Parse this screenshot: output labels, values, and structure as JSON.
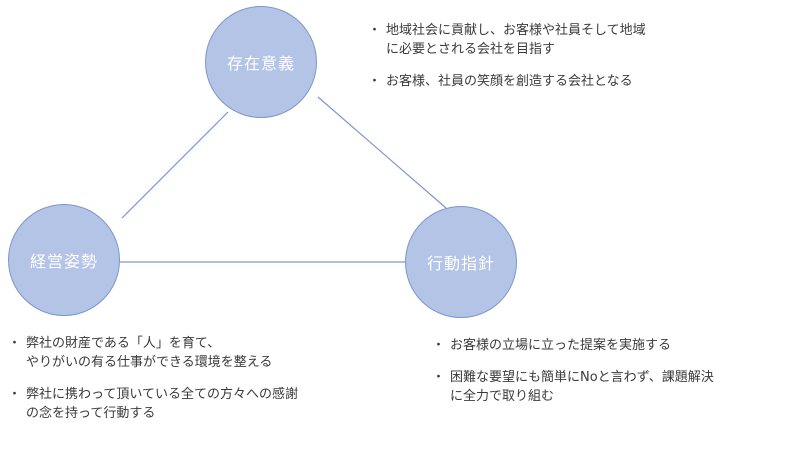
{
  "nodes": {
    "sonzai": "存在意義",
    "keiei": "経営姿勢",
    "kodo": "行動指針"
  },
  "notes": {
    "sonzai": [
      "地域社会に貢献し、お客様や社員そして地域\nに必要とされる会社を目指す",
      "お客様、社員の笑顔を創造する会社となる"
    ],
    "keiei": [
      "弊社の財産である「人」を育て、\nやりがいの有る仕事ができる環境を整える",
      "弊社に携わって頂いている全ての方々への感謝\nの念を持って行動する"
    ],
    "kodo": [
      "お客様の立場に立った提案を実施する",
      "困難な要望にも簡単にNoと言わず、課題解決\nに全力で取り組む"
    ]
  },
  "colors": {
    "node_fill": "#b4c4e6",
    "node_border": "#7d97c9",
    "connector": "#7d97c9",
    "node_text": "#ffffff",
    "body_text": "#3a3a3a"
  }
}
